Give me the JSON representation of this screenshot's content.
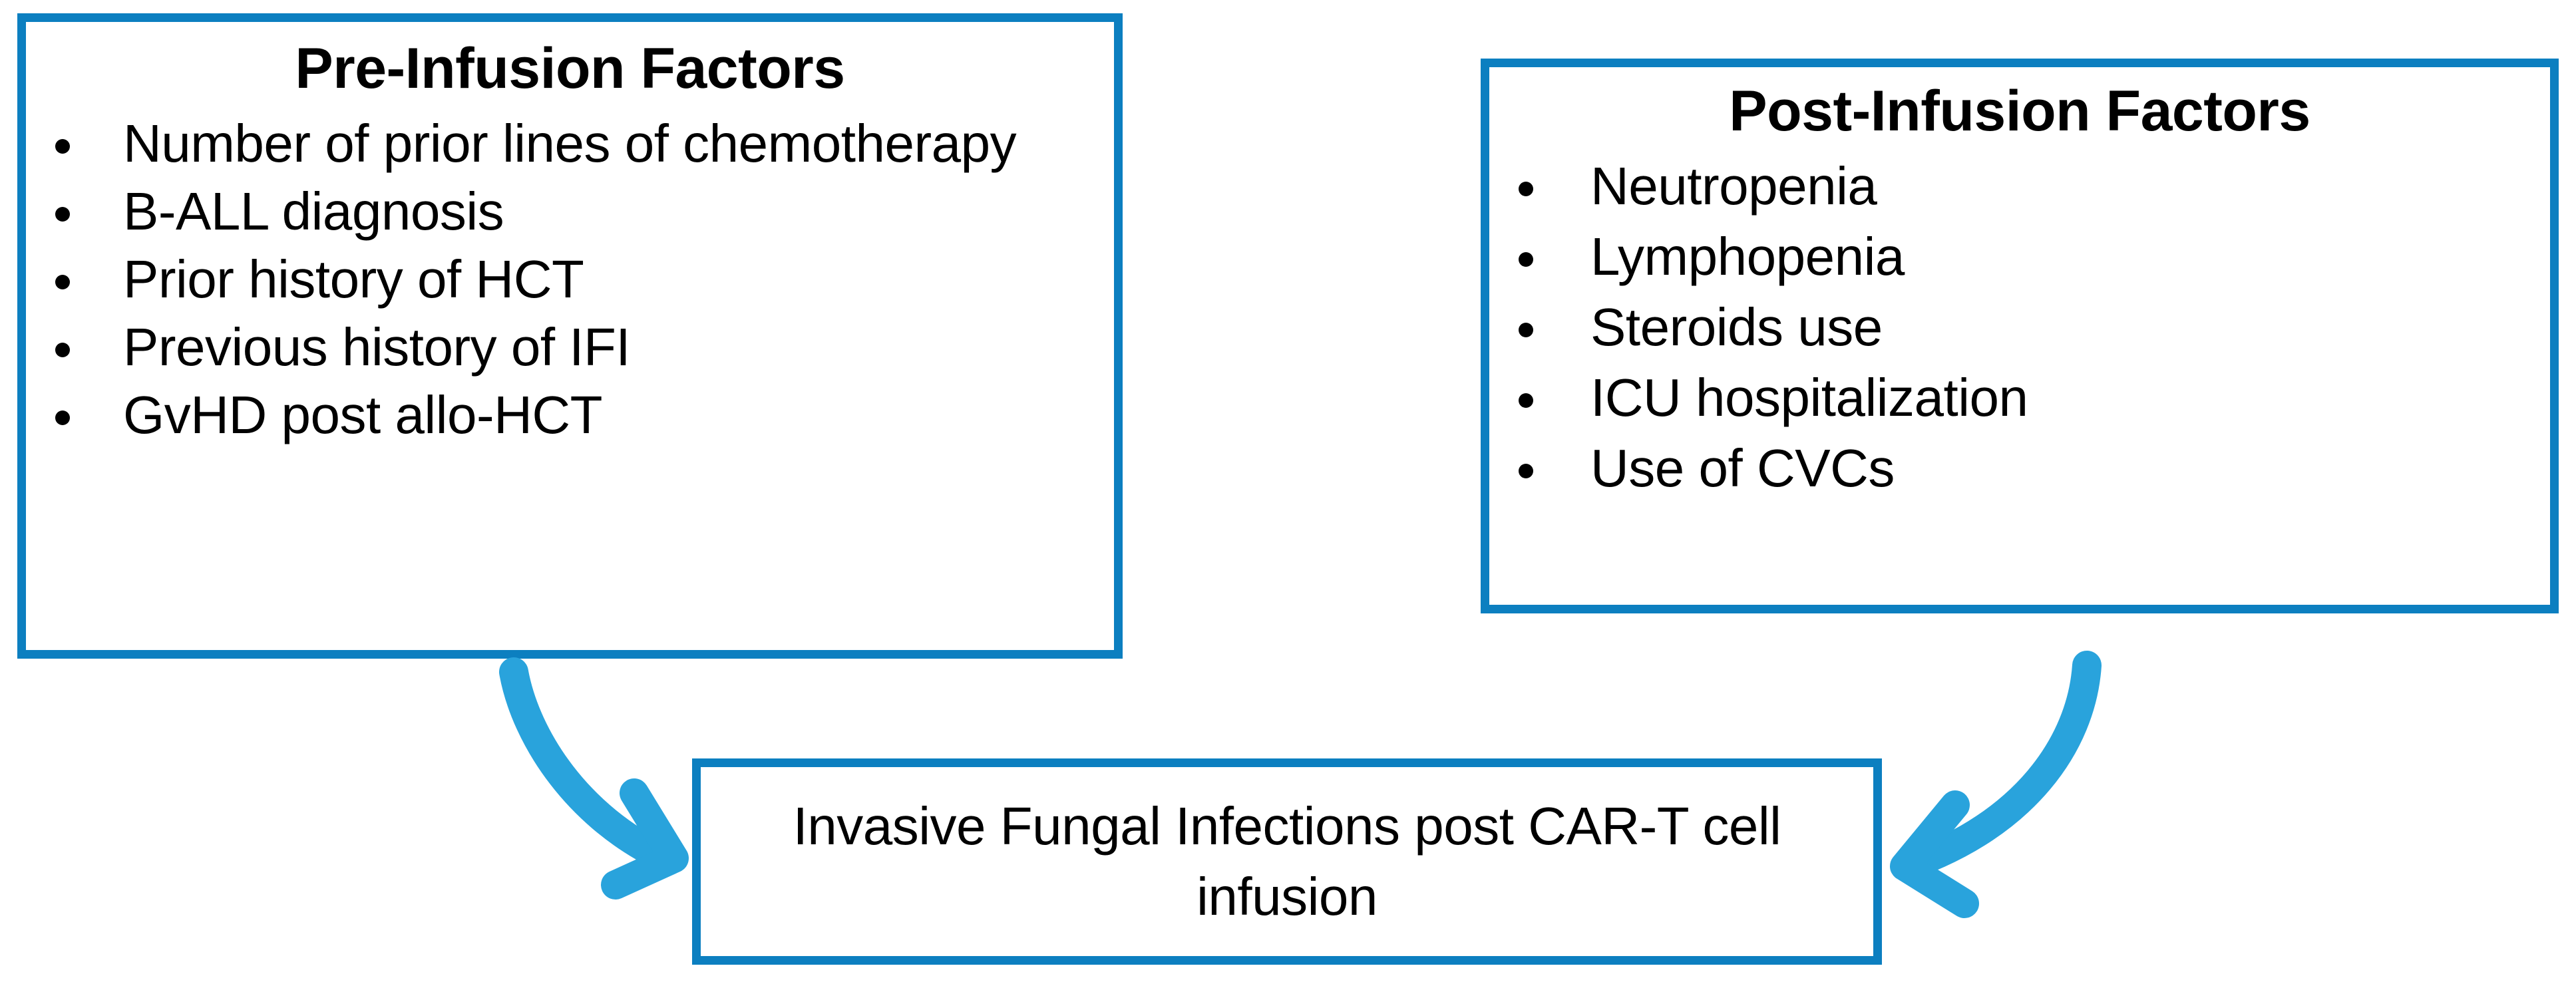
{
  "diagram": {
    "title_semantic": "Risk factors for invasive fungal infections after CAR-T cell infusion",
    "accent_color_border": "#0C7FC0",
    "accent_color_arrow": "#29A3DC",
    "text_color": "#000000",
    "background_color": "#FFFFFF"
  },
  "pre_infusion": {
    "title": "Pre-Infusion Factors",
    "items": [
      "Number of prior lines of chemotherapy",
      "B-ALL diagnosis",
      "Prior history of HCT",
      "Previous history of IFI",
      "GvHD post allo-HCT"
    ]
  },
  "post_infusion": {
    "title": "Post-Infusion Factors",
    "items": [
      "Neutropenia",
      "Lymphopenia",
      "Steroids use",
      "ICU hospitalization",
      "Use of CVCs"
    ]
  },
  "outcome": {
    "text": "Invasive Fungal Infections post CAR-T cell infusion"
  },
  "arrows": [
    {
      "name": "arrow-pre-to-outcome",
      "direction": "down-right",
      "from": "Pre-Infusion Factors",
      "to": "Invasive Fungal Infections post CAR-T cell infusion"
    },
    {
      "name": "arrow-post-to-outcome",
      "direction": "down-left",
      "from": "Post-Infusion Factors",
      "to": "Invasive Fungal Infections post CAR-T cell infusion"
    }
  ]
}
